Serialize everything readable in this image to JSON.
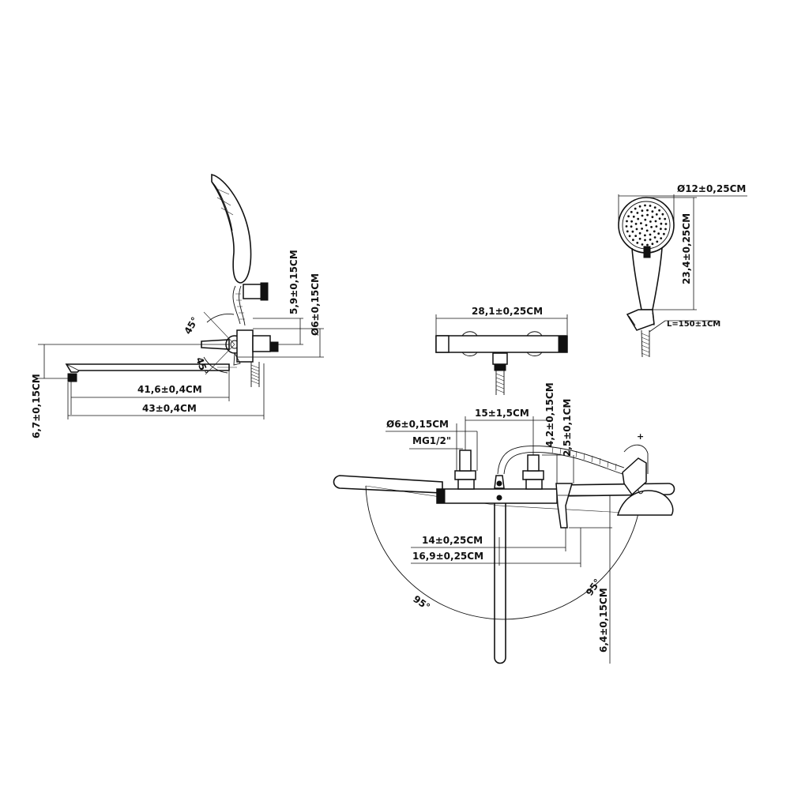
{
  "left_view": {
    "dim_spout_inner": "41,6±0,4CM",
    "dim_spout_total": "43±0,4CM",
    "dim_spout_height": "6,7±0,15CM",
    "dim_holder": "5,9±0,15CM",
    "dim_outlet_dia": "Ø6±0,15CM",
    "angle_upper": "45°",
    "angle_lower": "45°"
  },
  "top_view": {
    "dim_body_length": "28,1±0,25CM"
  },
  "handshower": {
    "dim_head_dia": "Ø12±0,25CM",
    "dim_length": "23,4±0,25CM",
    "hose_length": "L=150±1CM"
  },
  "front_view": {
    "dim_inlet_dia": "Ø6±0,15CM",
    "thread": "MG1/2\"",
    "dim_centre_distance": "15±1,5CM",
    "dim_diverter_1": "4,2±0,15CM",
    "dim_diverter_2": "2,5±0,1CM",
    "dim_depth_1": "14±0,25CM",
    "dim_depth_2": "16,9±0,25CM",
    "dim_outlet_height": "6,4±0,15CM",
    "angle_left": "95°",
    "angle_right": "95°"
  }
}
